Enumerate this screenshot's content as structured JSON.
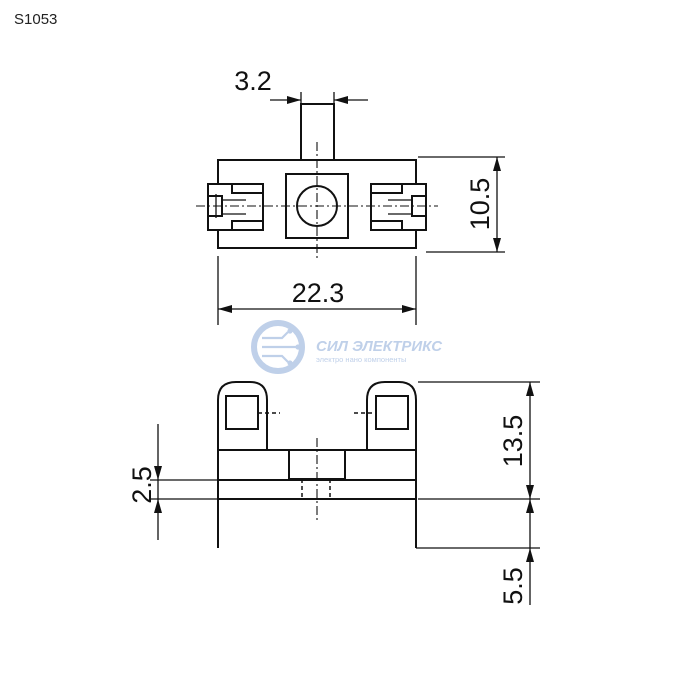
{
  "part_number": "S1053",
  "dimensions": {
    "pin_width": "3.2",
    "height_top_view": "10.5",
    "total_length": "22.3",
    "total_height": "13.5",
    "base_thickness": "2.5",
    "pin_length": "5.5"
  },
  "watermark": {
    "title": "СИЛ ЭЛЕКТРИКС",
    "subtitle": "электро нано компоненты",
    "color": "#b5c8e6"
  }
}
